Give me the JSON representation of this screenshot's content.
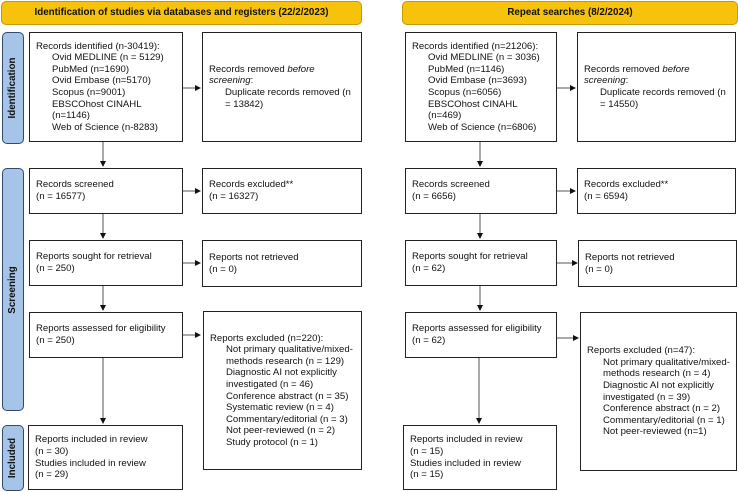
{
  "headers": {
    "left": "Identification of studies via databases and registers (22/2/2023)",
    "right": "Repeat searches (8/2/2024)"
  },
  "stages": {
    "identification": "Identification",
    "screening": "Screening",
    "included": "Included"
  },
  "left": {
    "identified": {
      "title": "Records identified (n-30419):",
      "items": [
        "Ovid MEDLINE (n = 5129)",
        "PubMed (n=1690)",
        "Ovid Embase (n=5170)",
        "Scopus (n=9001)",
        "EBSCOhost CINAHL (n=1146)",
        "Web of Science (n-8283)"
      ]
    },
    "removed": {
      "title_a": "Records removed ",
      "title_em": "before screening",
      "title_b": ":",
      "item": "Duplicate records removed (n = 13842)"
    },
    "screened": {
      "title": "Records screened",
      "n": "(n = 16577)"
    },
    "excluded": {
      "title": "Records excluded**",
      "n": "(n = 16327)"
    },
    "sought": {
      "title": "Reports sought for retrieval",
      "n": "(n = 250)"
    },
    "not_retrieved": {
      "title": "Reports not retrieved",
      "n": "(n = 0)"
    },
    "assessed": {
      "title": "Reports assessed for eligibility",
      "n": "(n = 250)"
    },
    "reports_excluded": {
      "title": "Reports excluded (n=220):",
      "items": [
        "Not primary qualitative/mixed-methods research (n = 129)",
        "Diagnostic AI not explicitly investigated (n = 46)",
        "Conference abstract (n = 35)",
        "Systematic review (n = 4)",
        "Commentary/editorial (n = 3)",
        "Not peer-reviewed (n = 2)",
        "Study protocol (n = 1)"
      ]
    },
    "included": {
      "reports": "Reports included in review",
      "reports_n": "(n = 30)",
      "studies": "Studies included in review",
      "studies_n": "(n = 29)"
    }
  },
  "right": {
    "identified": {
      "title": "Records identified (n=21206):",
      "items": [
        "Ovid MEDLINE (n = 3036)",
        "PubMed (n=1146)",
        "Ovid Embase (n=3693)",
        "Scopus (n=6056)",
        "EBSCOhost CINAHL (n=469)",
        "Web of Science (n=6806)"
      ]
    },
    "removed": {
      "title_a": "Records removed ",
      "title_em": "before screening",
      "title_b": ":",
      "item": "Duplicate records removed (n = 14550)"
    },
    "screened": {
      "title": "Records screened",
      "n": "(n = 6656)"
    },
    "excluded": {
      "title": "Records excluded**",
      "n": "(n = 6594)"
    },
    "sought": {
      "title": "Reports sought for retrieval",
      "n": "(n = 62)"
    },
    "not_retrieved": {
      "title": "Reports not retrieved",
      "n": "(n = 0)"
    },
    "assessed": {
      "title": "Reports assessed for eligibility",
      "n": "(n = 62)"
    },
    "reports_excluded": {
      "title": "Reports excluded (n=47):",
      "items": [
        "Not primary qualitative/mixed-methods research (n = 4)",
        "Diagnostic AI not explicitly investigated (n = 39)",
        "Conference abstract (n = 2)",
        "Commentary/editorial (n = 1)",
        "Not peer-reviewed (n=1)"
      ]
    },
    "included": {
      "reports": "Reports included in review",
      "reports_n": "(n = 15)",
      "studies": "Studies included in review",
      "studies_n": "(n = 15)"
    }
  },
  "colors": {
    "header": "#f6c20c",
    "stage": "#a6c4e8"
  }
}
